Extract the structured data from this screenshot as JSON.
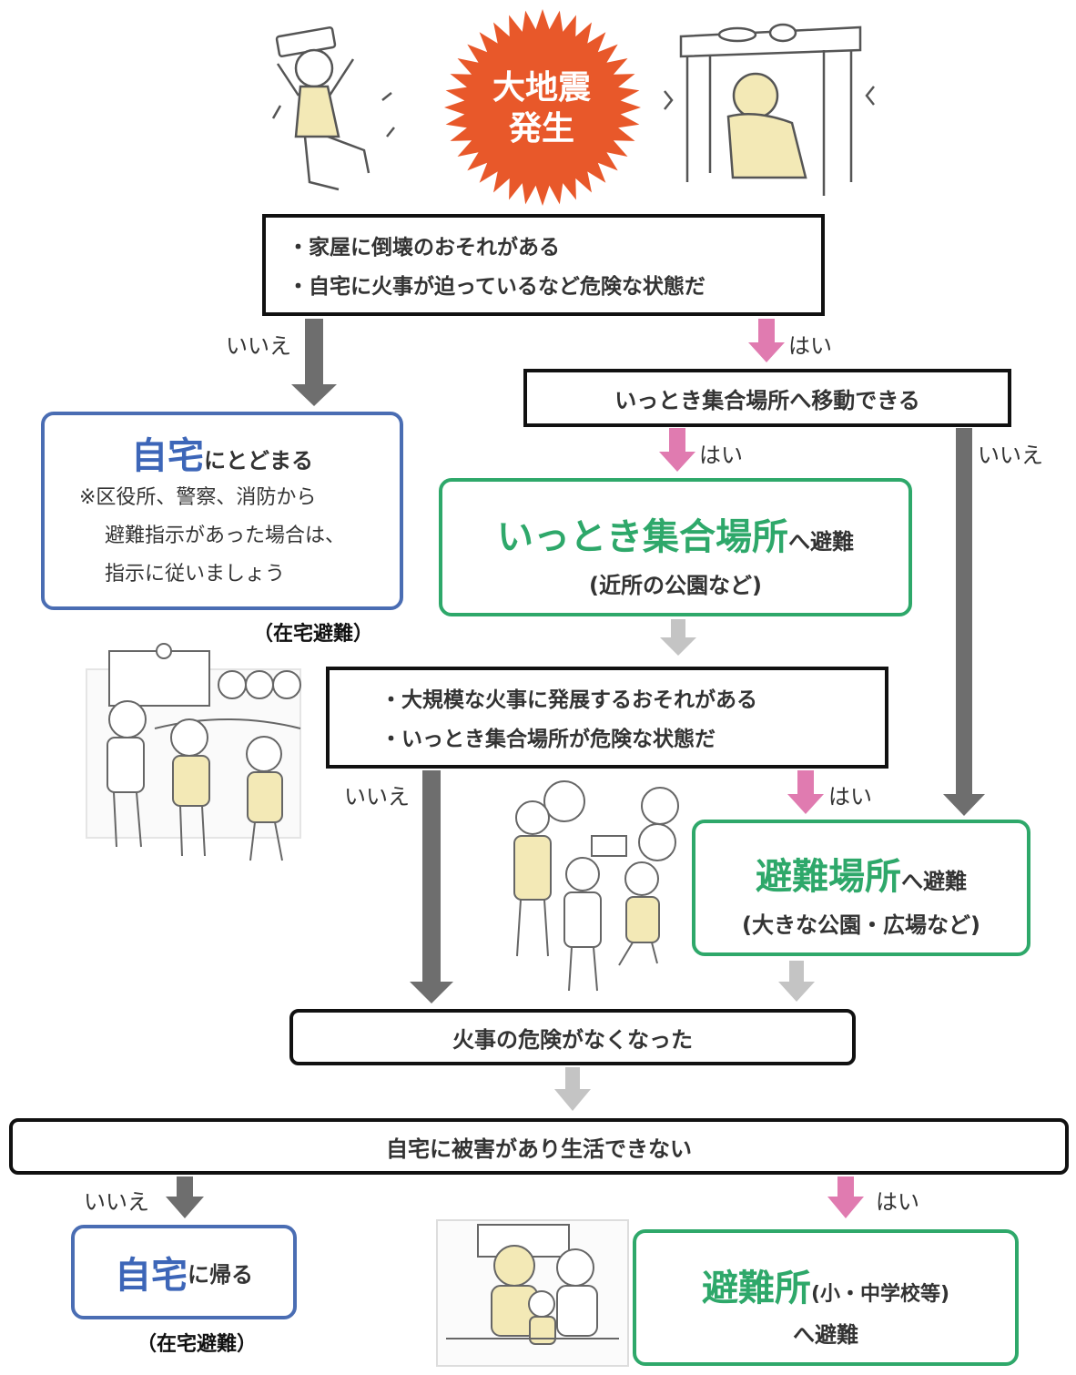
{
  "burst": {
    "line1": "大地震",
    "line2": "発生"
  },
  "q1": {
    "line1": "・家屋に倒壊のおそれがある",
    "line2": "・自宅に火事が迫っているなど危険な状態だ"
  },
  "q2": {
    "text": "いっとき集合場所へ移動できる"
  },
  "stay_home": {
    "main": "自宅",
    "suffix": "にとどまる",
    "note1": "※区役所、警察、消防から",
    "note2": "避難指示があった場合は、",
    "note3": "指示に従いましょう",
    "paren": "（在宅避難）"
  },
  "temp_area": {
    "main": "いっとき集合場所",
    "suffix": "へ避難",
    "sub": "(近所の公園など)"
  },
  "q3": {
    "line1": "・大規模な火事に発展するおそれがある",
    "line2": "・いっとき集合場所が危険な状態だ"
  },
  "evac_site": {
    "main": "避難場所",
    "suffix": "へ避難",
    "sub": "(大きな公園・広場など)"
  },
  "q4": {
    "text": "火事の危険がなくなった"
  },
  "q5": {
    "text": "自宅に被害があり生活できない"
  },
  "return_home": {
    "main": "自宅",
    "suffix": "に帰る",
    "paren": "（在宅避難）"
  },
  "shelter": {
    "main": "避難所",
    "paren": "(小・中学校等)",
    "suffix": "へ避難"
  },
  "labels": {
    "yes": "はい",
    "no": "いいえ"
  },
  "colors": {
    "burst": "#e8582a",
    "pink_arrow": "#e07bb0",
    "dark_arrow": "#6e6e6e",
    "light_arrow": "#c4c4c4",
    "blue": "#3d66b8",
    "green": "#2ea86a"
  },
  "illustrations": [
    "man-falling-illustration",
    "woman-under-table-illustration",
    "students-with-helmets-illustration",
    "evacuees-in-park-illustration",
    "family-in-shelter-illustration"
  ]
}
